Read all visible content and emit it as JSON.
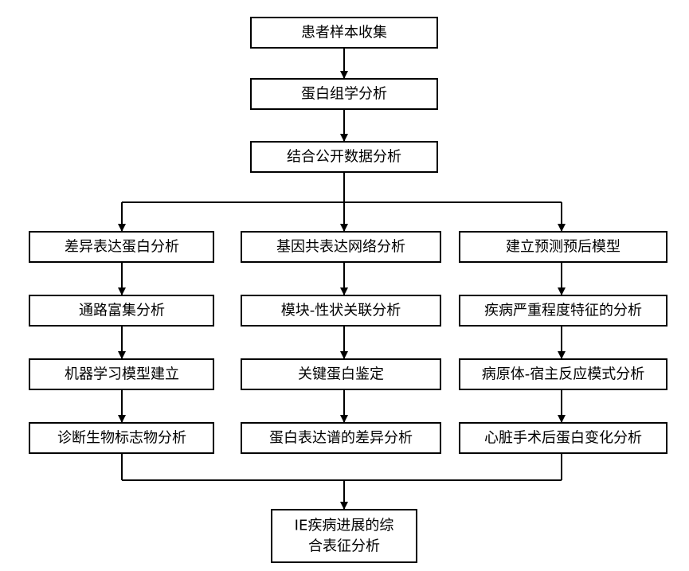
{
  "nodes": {
    "n1": "患者样本收集",
    "n2": "蛋白组学分析",
    "n3": "结合公开数据分析",
    "a1": "差异表达蛋白分析",
    "a2": "通路富集分析",
    "a3": "机器学习模型建立",
    "a4": "诊断生物标志物分析",
    "b1": "基因共表达网络分析",
    "b2": "模块-性状关联分析",
    "b3": "关键蛋白鉴定",
    "b4": "蛋白表达谱的差异分析",
    "c1": "建立预测预后模型",
    "c2": "疾病严重程度特征的分析",
    "c3": "病原体-宿主反应模式分析",
    "c4": "心脏手术后蛋白变化分析",
    "final_line1": "IE疾病进展的综",
    "final_line2": "合表征分析"
  },
  "colors": {
    "stroke": "#000000",
    "fill": "#ffffff",
    "text": "#000000"
  }
}
